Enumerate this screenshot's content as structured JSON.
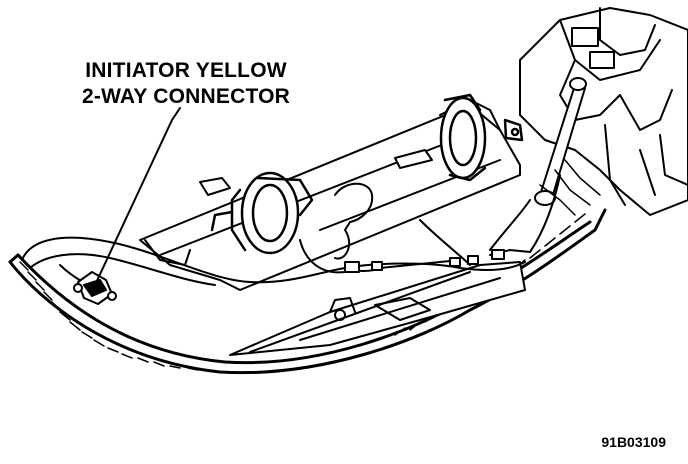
{
  "callout": {
    "line1": "INITIATOR YELLOW",
    "line2": "2-WAY CONNECTOR"
  },
  "figure_id": "91B03109",
  "colors": {
    "ink": "#000000",
    "paper": "#ffffff"
  }
}
